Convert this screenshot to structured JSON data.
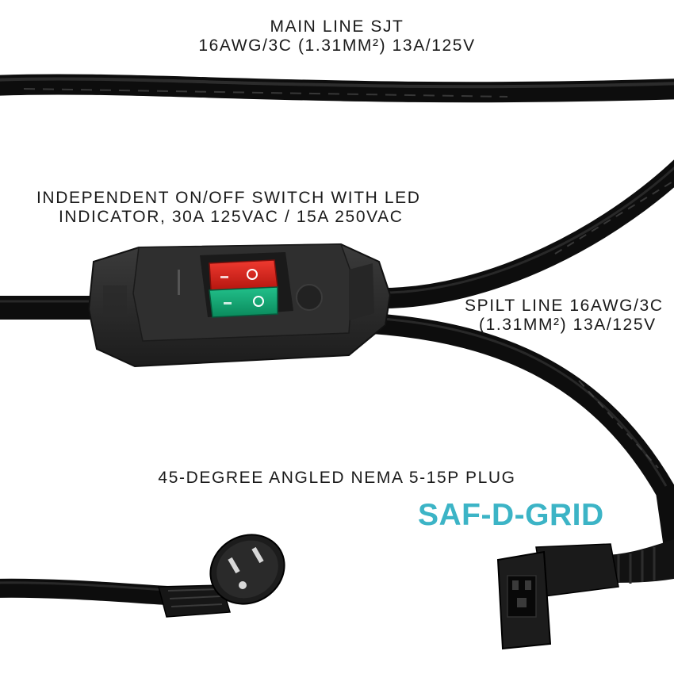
{
  "labels": {
    "main_line": [
      "MAIN LINE SJT",
      "16AWG/3C (1.31MM²) 13A/125V"
    ],
    "switch": [
      "INDEPENDENT ON/OFF SWITCH WITH LED",
      "INDICATOR, 30A 125VAC / 15A 250VAC"
    ],
    "split_line": [
      "SPILT LINE 16AWG/3C",
      "(1.31MM²) 13A/125V"
    ],
    "plug": "45-DEGREE ANGLED NEMA 5-15P PLUG"
  },
  "brand": {
    "text": "SAF-D-GRID",
    "color": "#3cb4c6"
  },
  "colors": {
    "background": "#ffffff",
    "cable": "#141414",
    "switch_body": "#2b2b2b",
    "rocker_red": "#d5201c",
    "rocker_green": "#13a271"
  },
  "icons": {
    "main_cable": "black-power-cable",
    "switch_box": "inline-switch-box",
    "red_rocker": "red-rocker-switch-icon",
    "green_rocker": "green-rocker-switch-icon",
    "plug": "angled-nema-5-15p-plug-icon",
    "connector": "iec-c19-connector-icon"
  }
}
